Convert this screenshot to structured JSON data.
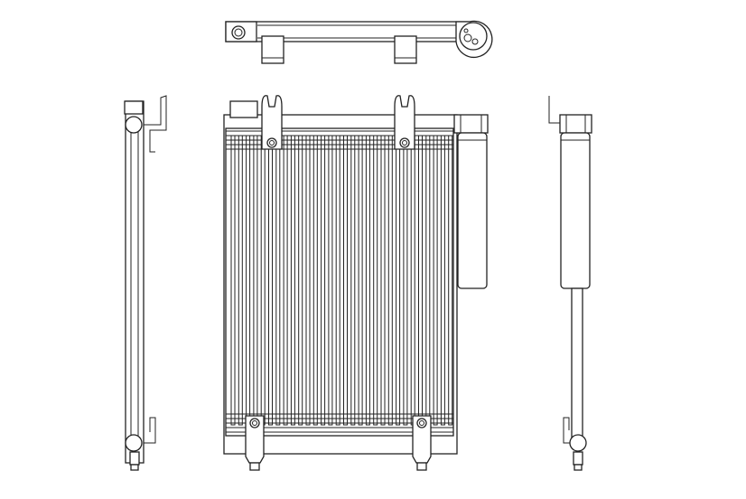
{
  "drawing": {
    "subject": "condenser-with-receiver-drier",
    "views": [
      "top-view",
      "front-view",
      "left-side-view",
      "right-side-view"
    ],
    "line_color": "#222222",
    "background": "#ffffff"
  }
}
